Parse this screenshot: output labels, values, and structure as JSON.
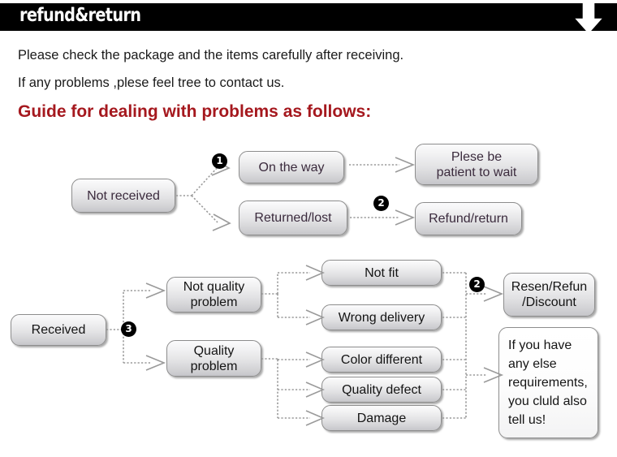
{
  "header": {
    "title": "refund&return",
    "arrow_icon": "down-arrow-icon",
    "background_color": "#000000",
    "text_color": "#ffffff"
  },
  "intro": {
    "line1": "Please check the package and the items carefully after receiving.",
    "line2": "If any problems ,plese feel tree to contact us."
  },
  "section": {
    "heading": "Guide for dealing with problems as follows:",
    "heading_color": "#a5181e"
  },
  "flow_top": {
    "start": "Not received",
    "branches": [
      {
        "label": "On the way",
        "badge": "1",
        "result": "Plese be\npatient to wait"
      },
      {
        "label": "Returned/lost",
        "badge": "2",
        "result": "Refund/return"
      }
    ],
    "result_on_the_way_line1": "Plese be",
    "result_on_the_way_line2": "patient to wait",
    "result_returned_lost": "Refund/return"
  },
  "flow_bottom": {
    "start": "Received",
    "start_badge": "3",
    "categories": [
      {
        "line1": "Not quality",
        "line2": "problem"
      },
      {
        "line1": "Quality",
        "line2": "problem"
      }
    ],
    "issues_not_quality": [
      "Not fit",
      "Wrong delivery"
    ],
    "issues_quality": [
      "Color different",
      "Quality defect",
      "Damage"
    ],
    "outcome_badge": "2",
    "outcome_1_line1": "Resen/Refun",
    "outcome_1_line2": "/Discount",
    "outcome_2_lines": [
      "If you have",
      "any else",
      "requirements,",
      "you cluld also",
      "tell us!"
    ]
  },
  "colors": {
    "box_border": "#8d8d8d",
    "box_text": "#3b2b3d",
    "connector": "#9a9a9a",
    "page_background": "#ffffff"
  }
}
